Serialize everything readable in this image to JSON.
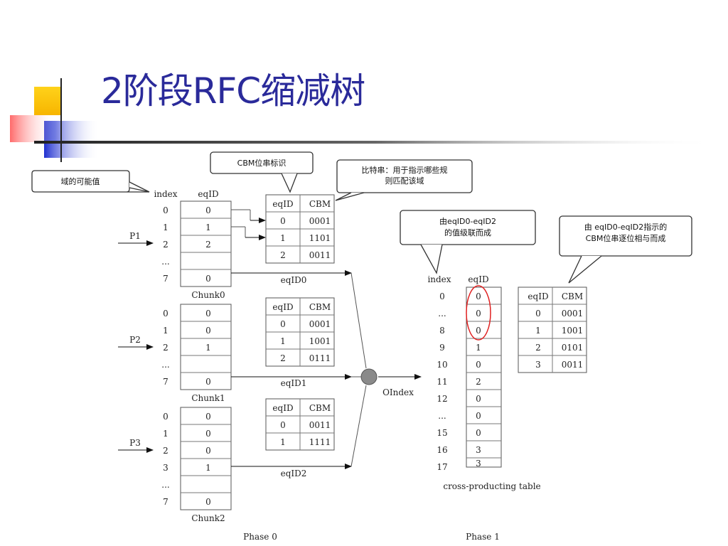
{
  "slide": {
    "title": "2阶段RFC缩减树"
  },
  "callouts": {
    "domain_values": "域的可能值",
    "cbm_id": "CBM位串标识",
    "bitstring": [
      "比特串：用于指示哪些规",
      "则匹配该域"
    ],
    "eqid_concat": [
      "由eqID0-eqID2",
      "的值级联而成"
    ],
    "cbm_and": [
      "由 eqID0-eqID2指示的",
      "CBM位串逐位相与而成"
    ]
  },
  "headers": {
    "index": "index",
    "eqid": "eqID",
    "cbm": "CBM",
    "dots": "..."
  },
  "phase0": {
    "label": "Phase 0",
    "chunks": [
      {
        "name": "Chunk0",
        "pointer": "P1",
        "output": "eqID0",
        "rows": [
          [
            "0",
            "0"
          ],
          [
            "1",
            "1"
          ],
          [
            "2",
            "2"
          ],
          [
            "...",
            ""
          ],
          [
            "7",
            "0"
          ]
        ],
        "map": [
          [
            "0",
            "0001"
          ],
          [
            "1",
            "1101"
          ],
          [
            "2",
            "0011"
          ]
        ]
      },
      {
        "name": "Chunk1",
        "pointer": "P2",
        "output": "eqID1",
        "rows": [
          [
            "0",
            "0"
          ],
          [
            "1",
            "0"
          ],
          [
            "2",
            "1"
          ],
          [
            "...",
            ""
          ],
          [
            "7",
            "0"
          ]
        ],
        "map": [
          [
            "0",
            "0001"
          ],
          [
            "1",
            "1001"
          ],
          [
            "2",
            "0111"
          ]
        ]
      },
      {
        "name": "Chunk2",
        "pointer": "P3",
        "output": "eqID2",
        "rows": [
          [
            "0",
            "0"
          ],
          [
            "1",
            "0"
          ],
          [
            "2",
            "0"
          ],
          [
            "3",
            "1"
          ],
          [
            "...",
            ""
          ],
          [
            "7",
            "0"
          ]
        ],
        "map": [
          [
            "0",
            "0011"
          ],
          [
            "1",
            "1111"
          ]
        ]
      }
    ]
  },
  "phase1": {
    "label": "Phase 1",
    "index_label": "OIndex",
    "table_label": "cross-producting table",
    "rows": [
      [
        "0",
        "0"
      ],
      [
        "...",
        "0"
      ],
      [
        "8",
        "0"
      ],
      [
        "9",
        "1"
      ],
      [
        "10",
        "0"
      ],
      [
        "11",
        "2"
      ],
      [
        "12",
        "0"
      ],
      [
        "...",
        "0"
      ],
      [
        "15",
        "0"
      ],
      [
        "16",
        "3"
      ],
      [
        "17",
        "3"
      ]
    ],
    "cbm_table": [
      [
        "0",
        "0001"
      ],
      [
        "1",
        "1001"
      ],
      [
        "2",
        "0101"
      ],
      [
        "3",
        "0011"
      ]
    ]
  },
  "colors": {
    "title": "#2a2a9a",
    "highlight": "#e02020",
    "junction": "#8a8a8a",
    "callout_border": "#333333"
  }
}
